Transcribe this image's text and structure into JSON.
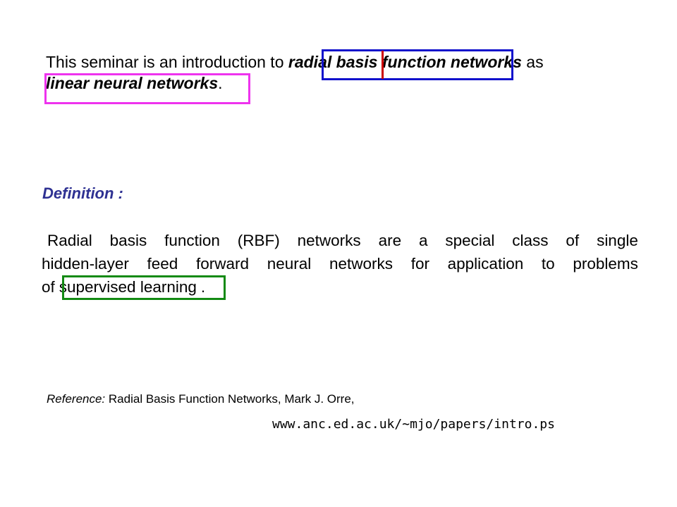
{
  "intro": {
    "prefix": "This seminar is an introduction to ",
    "term": "radial basis function networks",
    "middle": " as",
    "term2": "linear neural networks",
    "suffix": "."
  },
  "definition": {
    "title": "Definition :",
    "line1": [
      "Radial",
      "basis",
      "function",
      "(RBF)",
      "networks",
      "are",
      "a",
      "special",
      "class",
      "of",
      "single"
    ],
    "line2": [
      "hidden-layer",
      "feed",
      "forward",
      "neural",
      "networks",
      "for",
      "application",
      "to",
      "problems"
    ],
    "line3_prefix": "of",
    "highlight": "supervised learning",
    "line3_suffix": "."
  },
  "reference": {
    "label": "Reference:",
    "text": " Radial Basis Function Networks, Mark J. Orre,",
    "url": "www.anc.ed.ac.uk/∼mjo/papers/intro.ps"
  },
  "annotations": {
    "blue": "#1111cc",
    "red": "#cc0000",
    "magenta": "#ee33ee",
    "green": "#138a13",
    "title_color": "#2e3192"
  }
}
